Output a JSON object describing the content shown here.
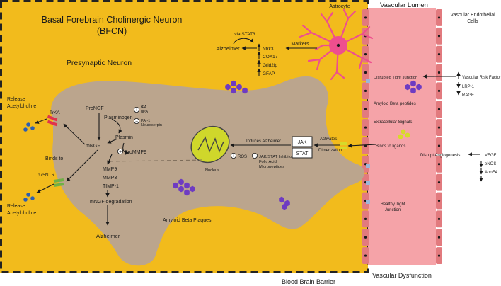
{
  "colors": {
    "neuron_bg": "#F2BB1C",
    "cell_body": "#BBA58D",
    "vessel": "#F5A3A8",
    "endothelial_cell": "#E27A7E",
    "astrocyte": "#EE4F8E",
    "peptide": "#6E3BC2",
    "trka": "#E0334B",
    "p75ntr": "#6FB046",
    "ligand": "#D7DA2A",
    "dot": "#2D5FB0",
    "mitochondria": "#CFD72B",
    "border": "#222222"
  },
  "labels": {
    "vascular_lumen": "Vascular Lumen",
    "vascular_endothelial": [
      "Vascular Endothelial",
      "Cells"
    ],
    "bfcn_title": [
      "Basal Forebrain Cholinergic Neuron",
      "(BFCN)"
    ],
    "presynaptic": "Presynaptic Neuron",
    "astrocyte": "Astrocyte",
    "via_stat3": "via STAT3",
    "markers": "Markers",
    "alzheimer_top": "Alzheimer",
    "marker_list": [
      "Ntrk3",
      "COX17",
      "Grid2ip",
      "GFAP"
    ],
    "disrupted_tight_junction": "Disrupted Tight Junction",
    "vascular_risk": [
      "Vascular Risk Factor",
      "LRP-1",
      "RAGE"
    ],
    "amyloid_beta_peptides": "Amyloid Beta peptides",
    "extracellular_signals": "Extracellular Signals",
    "binds_to_ligands": "Binds to ligands",
    "disrupt_angiogenesis": "Disrupt Angiogenesis",
    "angio_list": [
      "VEGF",
      "eNOS",
      "ApoE4"
    ],
    "healthy_tight_junction": [
      "Healthy Tight",
      "Junction"
    ],
    "vascular_dysfunction": "Vascular Dysfunction",
    "blood_brain_barrier": "Blood Brain Barrier",
    "release_ach_top": [
      "Release",
      "Acetylcholine"
    ],
    "release_ach_bottom": [
      "Release",
      "Acetylcholine"
    ],
    "trka": "TrKA",
    "p75ntr": "p75NTR",
    "pro_ngf": "ProNGF",
    "plasminogen": "Plasminogen",
    "tpa_upa": [
      "tPA",
      "uPA"
    ],
    "pai": [
      "PAI-1",
      "Neuroserpin"
    ],
    "plasmin": "Plasmin",
    "mngf": "mNGF",
    "pro_mmp9": "ProMMP9",
    "binds_to": "Binds to",
    "mmp_list": [
      "MMP9",
      "MMP3",
      "TIMP-1"
    ],
    "mngf_degradation": "mNGF degradation",
    "alzheimer_bottom": "Alzheimer",
    "amyloid_beta_plaques": "Amyloid Beta Plaques",
    "nucleus": "Nucleus",
    "induces_alzheimer": "Induces Alzheimer",
    "ros": "ROS",
    "jak": "JAK",
    "stat": "STAT",
    "activates": "Activates",
    "dimerization": "Dimerization",
    "jak_inhibitor": [
      "JAK/STAT Inhibitor",
      "Folic Acid",
      "Micropeptides"
    ],
    "plus": "+",
    "minus": "−"
  }
}
